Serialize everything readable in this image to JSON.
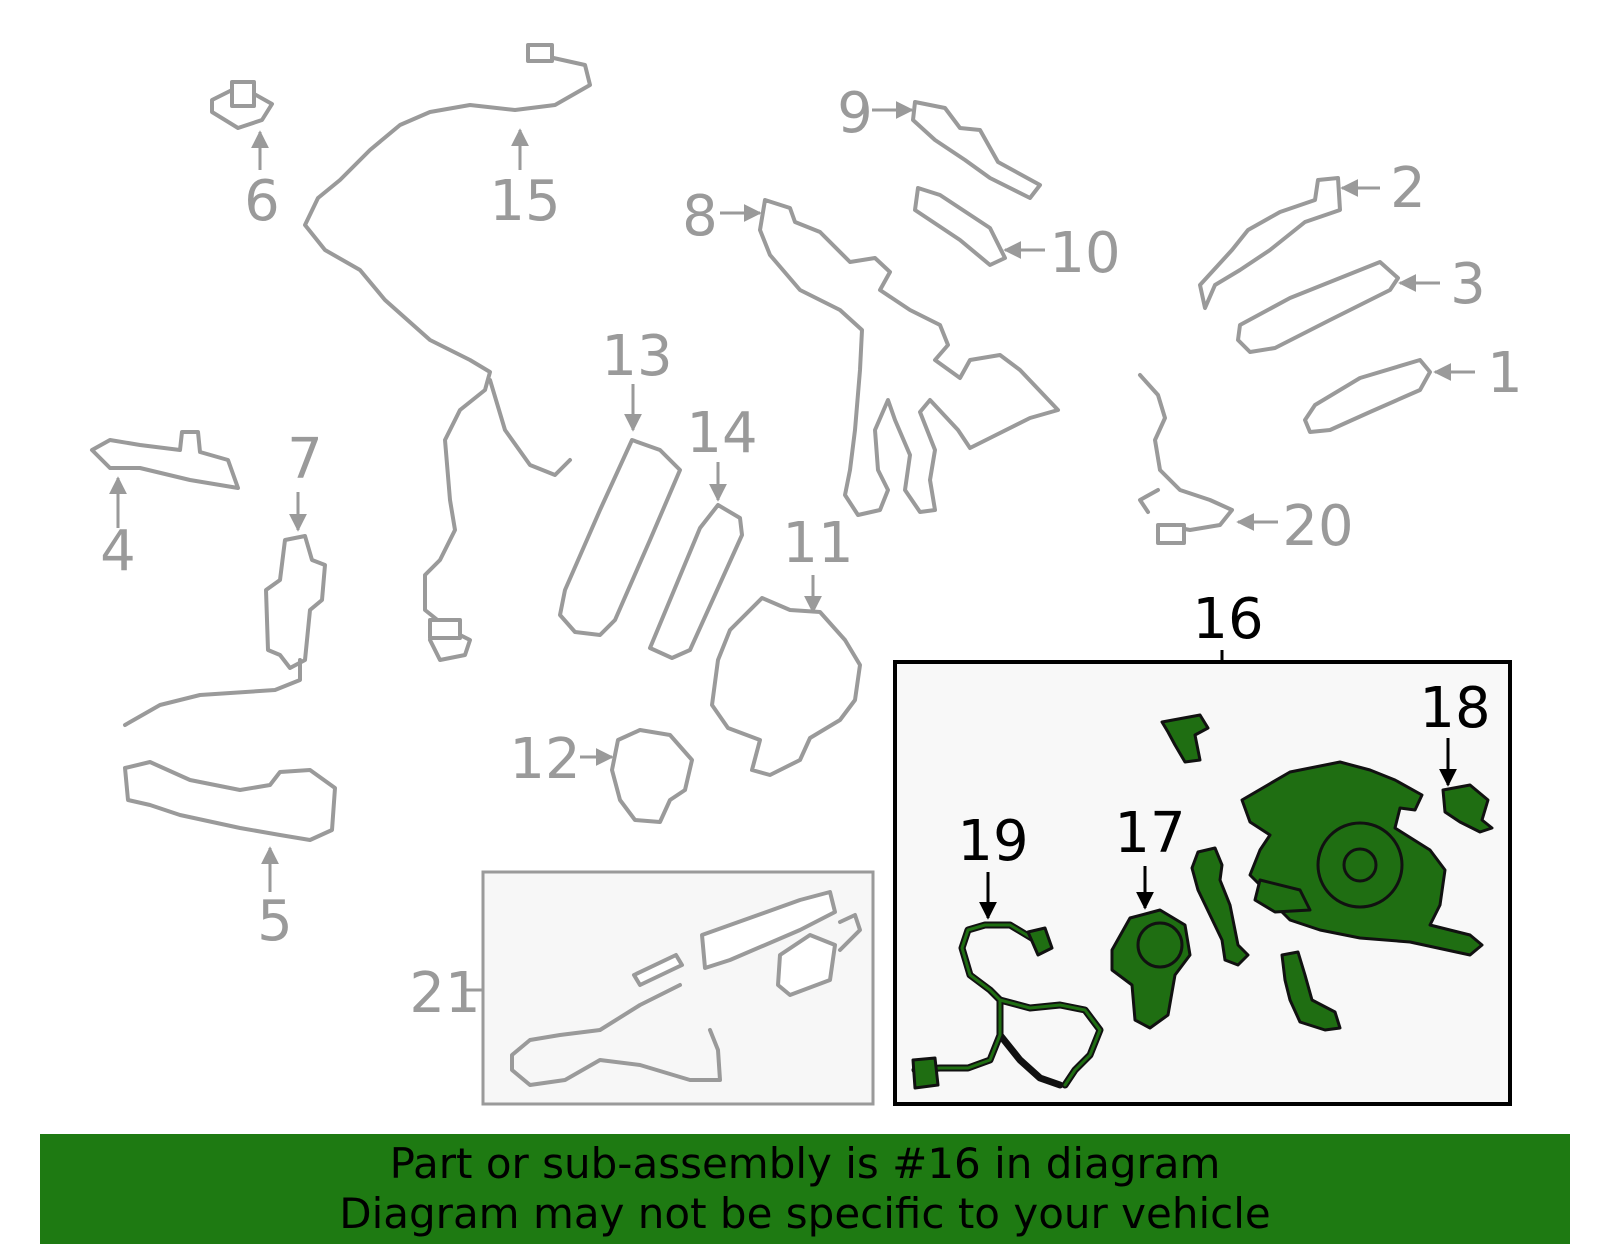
{
  "callouts": {
    "c1": "1",
    "c2": "2",
    "c3": "3",
    "c4": "4",
    "c5": "5",
    "c6": "6",
    "c7": "7",
    "c8": "8",
    "c9": "9",
    "c10": "10",
    "c11": "11",
    "c12": "12",
    "c13": "13",
    "c14": "14",
    "c15": "15",
    "c16": "16",
    "c17": "17",
    "c18": "18",
    "c19": "19",
    "c20": "20",
    "c21": "21"
  },
  "highlight": {
    "part": "16",
    "color": "#1e7a12"
  },
  "banner": {
    "line1": "Part or sub-assembly is #16 in diagram",
    "line2": "Diagram may not be specific to your vehicle",
    "background": "#1e7a12"
  }
}
